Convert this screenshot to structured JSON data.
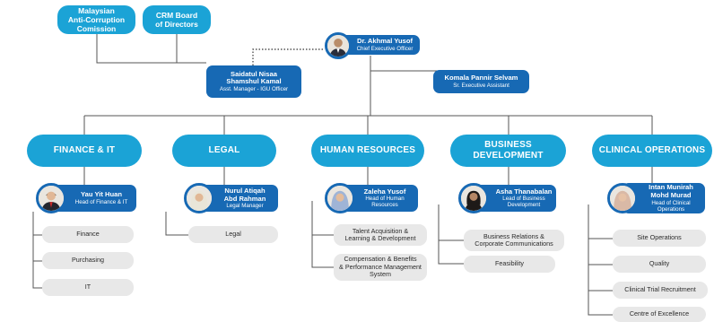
{
  "top_boxes": {
    "macc": "Malaysian\nAnti-Corruption\nComission",
    "board": "CRM Board\nof Directors"
  },
  "ceo": {
    "name": "Dr. Akhmal Yusof",
    "title": "Chief Executive Officer"
  },
  "igu": {
    "name": "Saidatul Nisaa\nShamshul Kamal",
    "title": "Asst. Manager - IGU Officer"
  },
  "assistant": {
    "name": "Komala Pannir Selvam",
    "title": "Sr. Executive Assistant"
  },
  "colors": {
    "accent_light": "#1ba3d6",
    "accent_dark": "#1769b4",
    "item_bg": "#e8e8e8",
    "line": "#555555"
  },
  "departments": [
    {
      "label": "FINANCE & IT",
      "head": {
        "name": "Yau Yit Huan",
        "title": "Head of Finance & IT"
      },
      "items": [
        "Finance",
        "Purchasing",
        "IT"
      ]
    },
    {
      "label": "LEGAL",
      "head": {
        "name": "Nurul Atiqah\nAbd Rahman",
        "title": "Legal Manager"
      },
      "items": [
        "Legal"
      ]
    },
    {
      "label": "HUMAN RESOURCES",
      "head": {
        "name": "Zaleha Yusof",
        "title": "Head of Human\nResources"
      },
      "items": [
        "Talent Acquisition &\nLearning & Development",
        "Compensation & Benefits\n& Performance Management\nSystem"
      ]
    },
    {
      "label": "BUSINESS\nDEVELOPMENT",
      "head": {
        "name": "Asha Thanabalan",
        "title": "Lead of Business\nDevelopment"
      },
      "items": [
        "Business Relations &\nCorporate Communications",
        "Feasibility"
      ]
    },
    {
      "label": "CLINICAL OPERATIONS",
      "head": {
        "name": "Intan Munirah\nMohd Murad",
        "title": "Head of Clinical\nOperations"
      },
      "items": [
        "Site Operations",
        "Quality",
        "Clinical Trial Recruitment",
        "Centre of Excellence"
      ]
    }
  ]
}
